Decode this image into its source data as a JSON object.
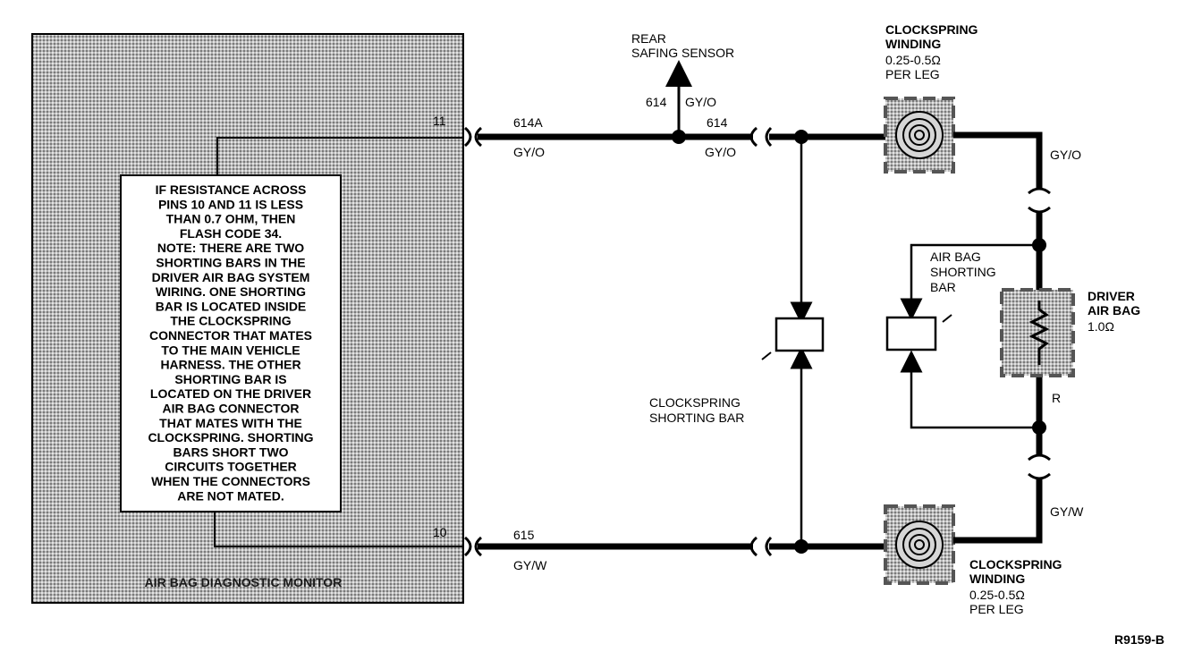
{
  "module": {
    "title": "AIR BAG DIAGNOSTIC MONITOR",
    "pin_top": "11",
    "pin_bottom": "10"
  },
  "note_lines": [
    "IF RESISTANCE ACROSS",
    "PINS 10 AND 11 IS LESS",
    "THAN 0.7 OHM, THEN",
    "FLASH CODE 34.",
    "NOTE: THERE ARE TWO",
    "SHORTING BARS IN THE",
    "DRIVER AIR BAG SYSTEM",
    "WIRING. ONE SHORTING",
    "BAR IS LOCATED INSIDE",
    "THE CLOCKSPRING",
    "CONNECTOR THAT MATES",
    "TO THE MAIN VEHICLE",
    "HARNESS. THE OTHER",
    "SHORTING BAR IS",
    "LOCATED ON THE DRIVER",
    "AIR BAG CONNECTOR",
    "THAT MATES WITH THE",
    "CLOCKSPRING. SHORTING",
    "BARS SHORT TWO",
    "CIRCUITS TOGETHER",
    "WHEN THE CONNECTORS",
    "ARE NOT MATED."
  ],
  "wires": {
    "top_circuit": "614A",
    "top_color": "GY/O",
    "branch_circuit": "614",
    "branch_color": "GY/O",
    "top_right_circuit": "614",
    "top_right_color": "GY/O",
    "bottom_circuit": "615",
    "bottom_color": "GY/W",
    "right_top_color": "GY/O",
    "right_bottom_color": "GY/W",
    "airbag_return": "R"
  },
  "rear_sensor": [
    "REAR",
    "SAFING SENSOR"
  ],
  "clockspring_top": [
    "CLOCKSPRING",
    "WINDING",
    "0.25-0.5Ω",
    "PER LEG"
  ],
  "clockspring_bottom": [
    "CLOCKSPRING",
    "WINDING",
    "0.25-0.5Ω",
    "PER LEG"
  ],
  "clockspring_shorting_bar": [
    "CLOCKSPRING",
    "SHORTING BAR"
  ],
  "airbag_shorting_bar": [
    "AIR BAG",
    "SHORTING",
    "BAR"
  ],
  "driver_airbag": [
    "DRIVER",
    "AIR BAG",
    "1.0Ω"
  ],
  "figure_id": "R9159-B"
}
